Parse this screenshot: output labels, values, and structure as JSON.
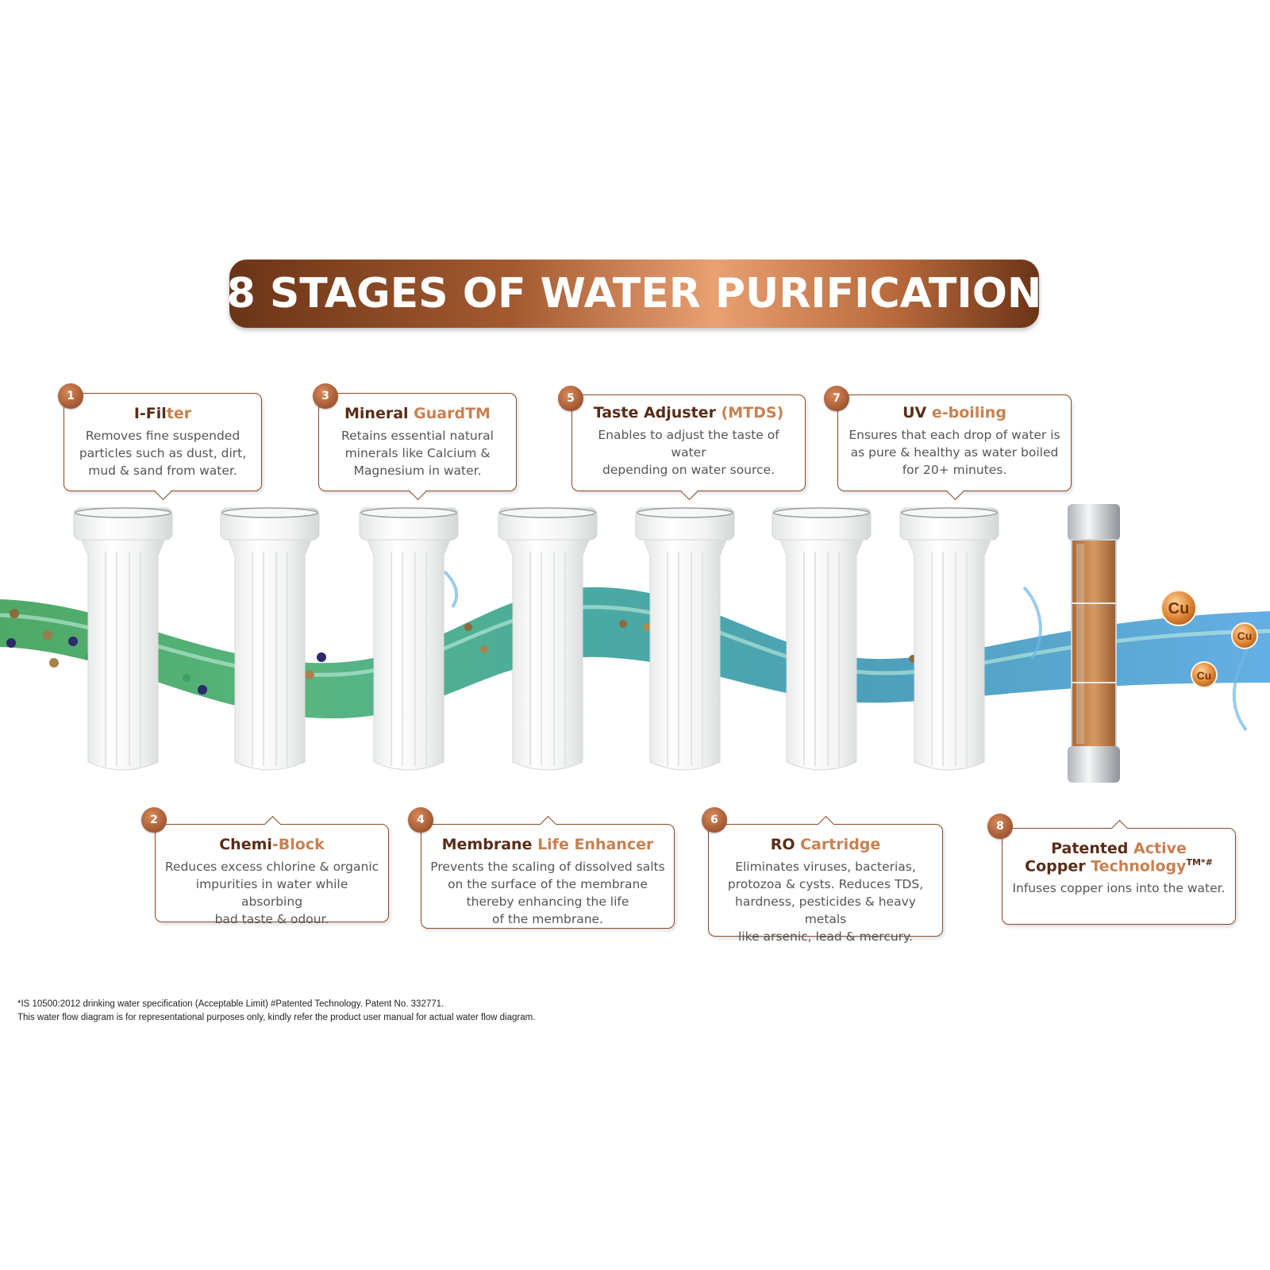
{
  "title": "8 STAGES OF WATER PURIFICATION",
  "stages": [
    {
      "number": "1",
      "title_a": "I-Fil",
      "title_b": "ter",
      "sup": "",
      "lines": [
        "Removes fine suspended",
        "particles such as dust, dirt,",
        "mud & sand from water."
      ]
    },
    {
      "number": "2",
      "title_a": "Chemi",
      "title_b": "-Block",
      "sup": "",
      "lines": [
        "Reduces excess chlorine & organic",
        "impurities in water while absorbing",
        "bad taste & odour."
      ]
    },
    {
      "number": "3",
      "title_a": "Mineral ",
      "title_b": "Guard",
      "sup": "TM",
      "lines": [
        "Retains essential natural",
        "minerals like Calcium &",
        "Magnesium in water."
      ]
    },
    {
      "number": "4",
      "title_a": "Membrane ",
      "title_b": "Life Enhancer",
      "sup": "",
      "lines": [
        "Prevents the scaling of dissolved salts",
        "on the surface of the membrane",
        "thereby enhancing the life",
        "of the membrane."
      ]
    },
    {
      "number": "5",
      "title_a": "Taste Adjuster ",
      "title_b": "(MTDS)",
      "sup": "",
      "lines": [
        "Enables to adjust the taste of water",
        "depending on water source."
      ]
    },
    {
      "number": "6",
      "title_a": "RO ",
      "title_b": "Cartridge",
      "sup": "",
      "lines": [
        "Eliminates viruses, bacterias,",
        "protozoa & cysts. Reduces TDS,",
        "hardness, pesticides & heavy metals",
        "like arsenic, lead & mercury."
      ]
    },
    {
      "number": "7",
      "title_a": "UV ",
      "title_b": "e-boiling",
      "sup": "",
      "lines": [
        "Ensures that each drop of water is",
        "as pure & healthy as water boiled",
        "for 20+ minutes."
      ]
    },
    {
      "number": "8",
      "title_a": "Patented ",
      "title_b": "Active",
      "title_line2_a": "Copper ",
      "title_line2_b": "Technology",
      "sup": "TM*#",
      "lines": [
        "Infuses copper ions into the water."
      ]
    }
  ],
  "cu_label": "Cu",
  "footnotes": [
    "*IS 10500:2012 drinking water specification (Acceptable Limit) #Patented Technology. Patent No. 332771.",
    "This water flow diagram is for representational purposes only, kindly refer the product user manual for actual water flow diagram."
  ],
  "colors": {
    "brand_dark": "#5a2c16",
    "brand_light": "#c98050",
    "water_green": "#2f9a5a",
    "water_teal": "#2a9b8f",
    "water_blue": "#3b8fd0"
  }
}
